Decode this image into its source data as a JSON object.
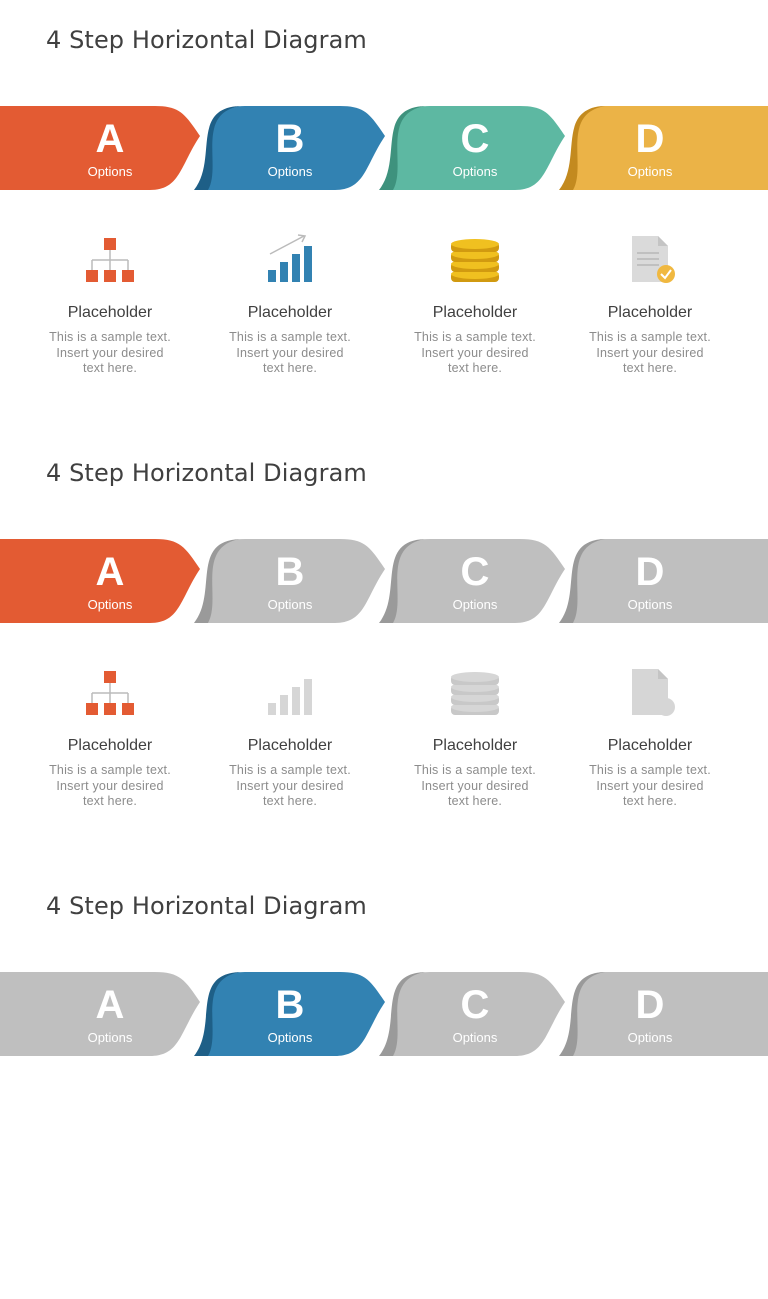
{
  "slides": [
    {
      "title": "4 Step Horizontal Diagram",
      "steps": [
        {
          "letter": "A",
          "label": "Options",
          "color": "#E35B33",
          "shade": "#B8421F",
          "icon": "org-chart-icon",
          "icon_color": "#E35B33",
          "heading": "Placeholder",
          "body": [
            "This is a sample text.",
            "Insert your desired",
            "text here."
          ]
        },
        {
          "letter": "B",
          "label": "Options",
          "color": "#3282B2",
          "shade": "#1E5F87",
          "icon": "bar-chart-icon",
          "icon_color": "#3282B2",
          "heading": "Placeholder",
          "body": [
            "This is a sample text.",
            "Insert your desired",
            "text here."
          ]
        },
        {
          "letter": "C",
          "label": "Options",
          "color": "#5DB8A2",
          "shade": "#3E927D",
          "icon": "coins-icon",
          "icon_color": "#F0C020",
          "heading": "Placeholder",
          "body": [
            "This is a sample text.",
            "Insert your desired",
            "text here."
          ]
        },
        {
          "letter": "D",
          "label": "Options",
          "color": "#EBB347",
          "shade": "#C38A1F",
          "icon": "document-check-icon",
          "icon_color": "#F0B840",
          "heading": "Placeholder",
          "body": [
            "This is a sample text.",
            "Insert your desired",
            "text here."
          ]
        }
      ]
    },
    {
      "title": "4 Step Horizontal Diagram",
      "steps": [
        {
          "letter": "A",
          "label": "Options",
          "color": "#E35B33",
          "shade": "#B8421F",
          "icon": "org-chart-icon",
          "icon_color": "#E35B33",
          "heading": "Placeholder",
          "body": [
            "This is a sample text.",
            "Insert your desired",
            "text here."
          ]
        },
        {
          "letter": "B",
          "label": "Options",
          "color": "#BFBFBF",
          "shade": "#9A9A9A",
          "icon": "bar-chart-icon",
          "icon_color": "#D6D6D6",
          "heading": "Placeholder",
          "body": [
            "This is a sample text.",
            "Insert your desired",
            "text here."
          ]
        },
        {
          "letter": "C",
          "label": "Options",
          "color": "#BFBFBF",
          "shade": "#9A9A9A",
          "icon": "coins-icon",
          "icon_color": "#D6D6D6",
          "heading": "Placeholder",
          "body": [
            "This is a sample text.",
            "Insert your desired",
            "text here."
          ]
        },
        {
          "letter": "D",
          "label": "Options",
          "color": "#BFBFBF",
          "shade": "#9A9A9A",
          "icon": "document-icon",
          "icon_color": "#D6D6D6",
          "heading": "Placeholder",
          "body": [
            "This is a sample text.",
            "Insert your desired",
            "text here."
          ]
        }
      ]
    },
    {
      "title": "4 Step Horizontal Diagram",
      "steps": [
        {
          "letter": "A",
          "label": "Options",
          "color": "#BFBFBF",
          "shade": "#9A9A9A"
        },
        {
          "letter": "B",
          "label": "Options",
          "color": "#3282B2",
          "shade": "#1E5F87"
        },
        {
          "letter": "C",
          "label": "Options",
          "color": "#BFBFBF",
          "shade": "#9A9A9A"
        },
        {
          "letter": "D",
          "label": "Options",
          "color": "#BFBFBF",
          "shade": "#9A9A9A"
        }
      ]
    }
  ]
}
